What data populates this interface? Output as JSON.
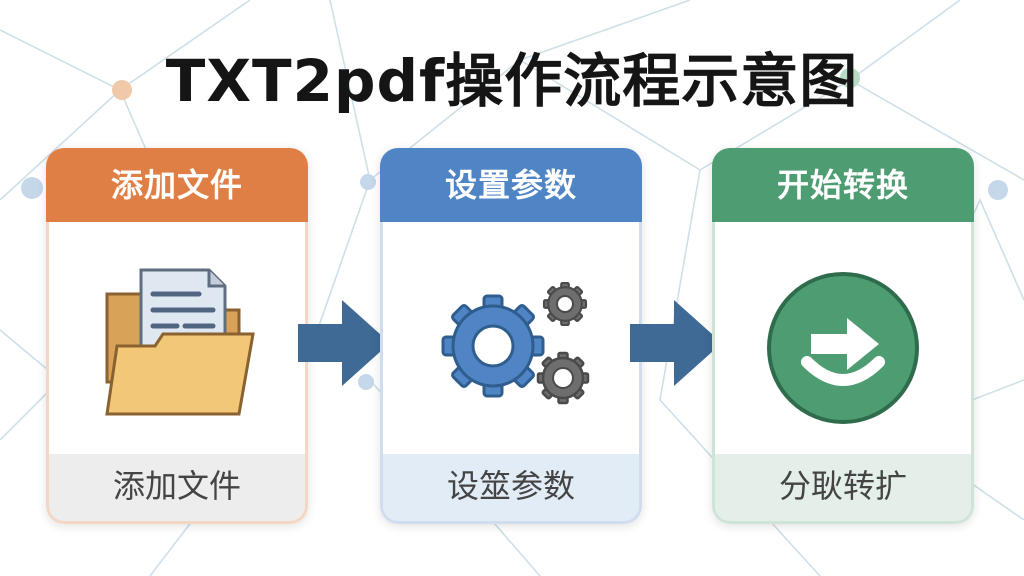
{
  "title": "TXT2pdf操作流程示意图",
  "colors": {
    "orange": "#E07F45",
    "blue": "#4F85C4",
    "green": "#4E9C72",
    "arrow": "#3F6A96"
  },
  "steps": [
    {
      "header": "添加文件",
      "footer": "添加文件",
      "icon": "folder-document-icon",
      "color": "#E07F45",
      "footer_bg": "#EDEDED",
      "border": "#F3D7C4"
    },
    {
      "header": "设置参数",
      "footer": "设筮参数",
      "icon": "gears-icon",
      "color": "#4F85C4",
      "footer_bg": "#E2ECF6",
      "border": "#CFDDEE"
    },
    {
      "header": "开始转换",
      "footer": "分耿转扩",
      "icon": "convert-arrow-icon",
      "color": "#4E9C72",
      "footer_bg": "#E3EFE8",
      "border": "#CFE4D7"
    }
  ]
}
